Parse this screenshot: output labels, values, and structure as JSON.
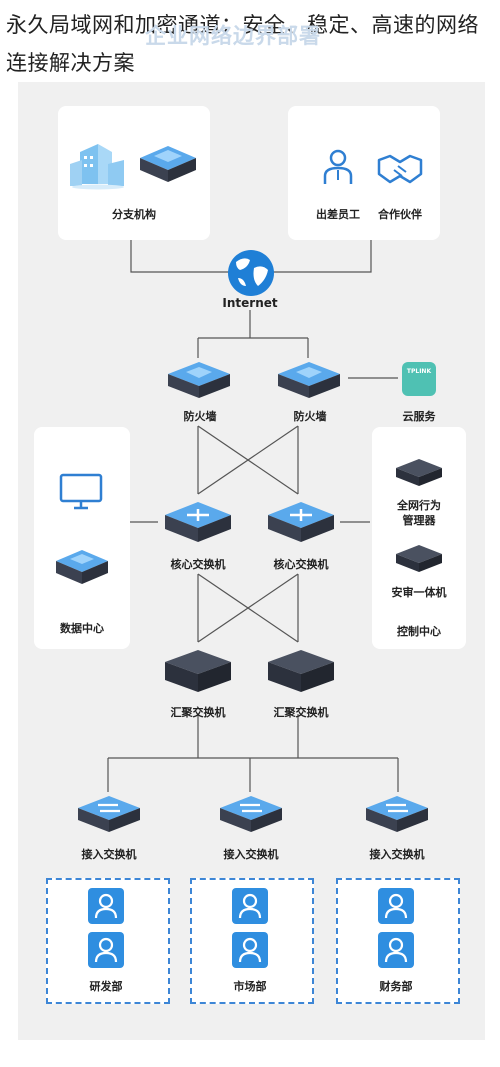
{
  "header": {
    "title": "永久局域网和加密通道：安全、稳定、高速的网络连接解决方案",
    "watermark": "企业网络边界部署"
  },
  "diagram": {
    "branch": "分支机构",
    "staff": "出差员工",
    "partner": "合作伙伴",
    "internet": "Internet",
    "firewall_left": "防火墙",
    "firewall_right": "防火墙",
    "cloud": "云服务",
    "cloud_logo": "TPLINK",
    "core_left": "核心交换机",
    "core_right": "核心交换机",
    "datacenter": "数据中心",
    "behavior_mgmt": "全网行为\n管理器",
    "audit": "安审一体机",
    "control_center": "控制中心",
    "agg_left": "汇聚交换机",
    "agg_right": "汇聚交换机",
    "access_1": "接入交换机",
    "access_2": "接入交换机",
    "access_3": "接入交换机",
    "dept_rd": "研发部",
    "dept_market": "市场部",
    "dept_finance": "财务部"
  },
  "colors": {
    "accent": "#3d86d6",
    "device": "#3b4150",
    "device_top": "#5bb0f0",
    "line": "#555555"
  }
}
